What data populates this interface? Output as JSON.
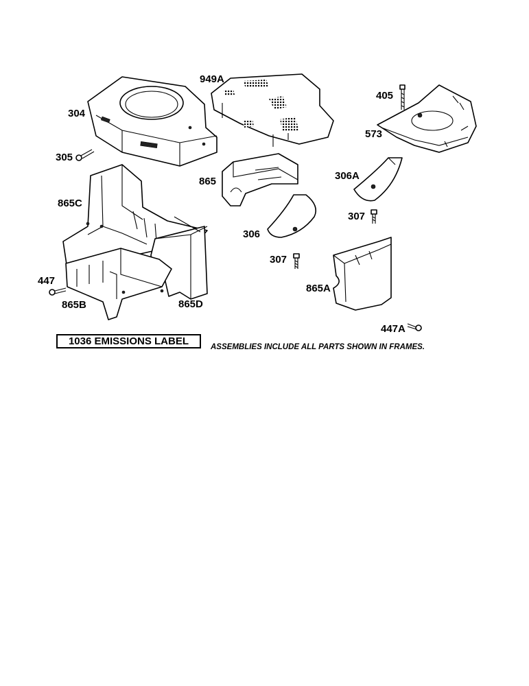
{
  "labels": {
    "p304": "304",
    "p305": "305",
    "p949A": "949A",
    "p405": "405",
    "p573": "573",
    "p865": "865",
    "p306A": "306A",
    "p865C": "865C",
    "p307a": "307",
    "p306": "306",
    "p307b": "307",
    "p447": "447",
    "p865A": "865A",
    "p865B": "865B",
    "p865D": "865D",
    "p447A": "447A"
  },
  "emissions_label": "1036 EMISSIONS LABEL",
  "note": "ASSEMBLIES INCLUDE ALL PARTS SHOWN IN FRAMES."
}
